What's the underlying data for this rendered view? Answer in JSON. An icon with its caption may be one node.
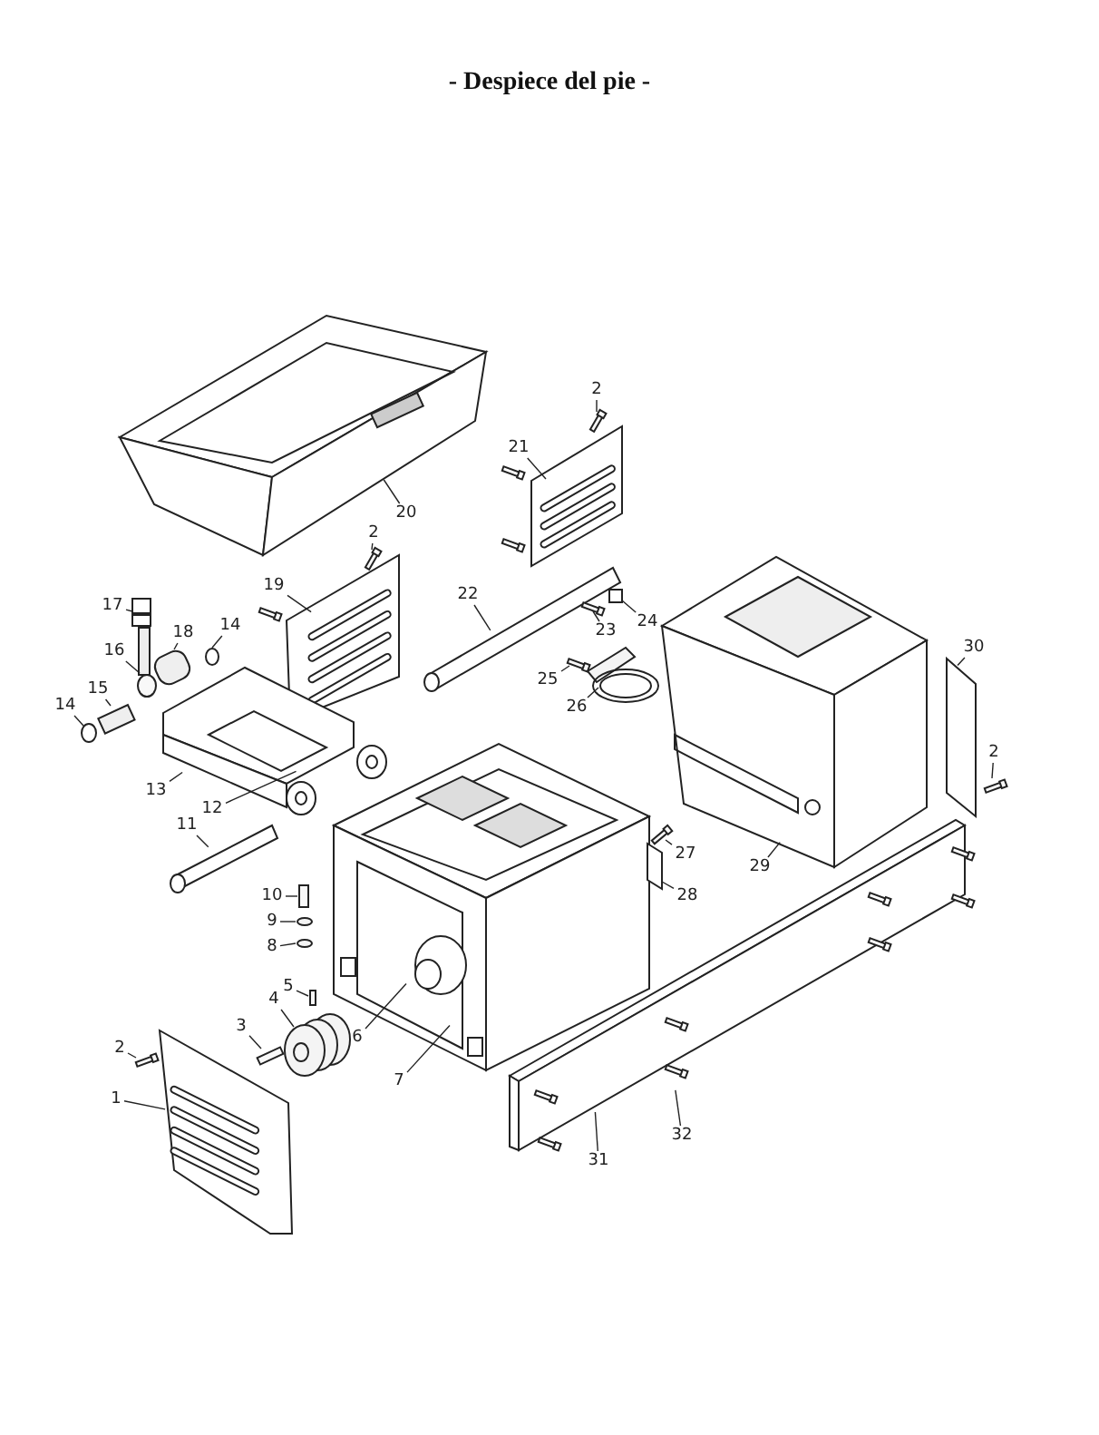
{
  "diagram": {
    "title": "- Despiece del pie -",
    "nodes": [
      {
        "text": [
          "2"
        ]
      },
      {
        "text": [
          "21"
        ]
      },
      {
        "text": [
          "20"
        ]
      },
      {
        "text": [
          "2"
        ]
      },
      {
        "text": [
          "19"
        ]
      },
      {
        "text": [
          "22"
        ]
      },
      {
        "text": [
          "17"
        ]
      },
      {
        "text": [
          "18"
        ]
      },
      {
        "text": [
          "14"
        ]
      },
      {
        "text": [
          "16"
        ]
      },
      {
        "text": [
          "24"
        ]
      },
      {
        "text": [
          "23"
        ]
      },
      {
        "text": [
          "25"
        ]
      },
      {
        "text": [
          "26"
        ]
      },
      {
        "text": [
          "15"
        ]
      },
      {
        "text": [
          "14"
        ]
      },
      {
        "text": [
          "30"
        ]
      },
      {
        "text": [
          "13"
        ]
      },
      {
        "text": [
          "12"
        ]
      },
      {
        "text": [
          "2"
        ]
      },
      {
        "text": [
          "11"
        ]
      },
      {
        "text": [
          "27"
        ]
      },
      {
        "text": [
          "29"
        ]
      },
      {
        "text": [
          "28"
        ]
      },
      {
        "text": [
          "10"
        ]
      },
      {
        "text": [
          "9"
        ]
      },
      {
        "text": [
          "8"
        ]
      },
      {
        "text": [
          "5"
        ]
      },
      {
        "text": [
          "4"
        ]
      },
      {
        "text": [
          "3"
        ]
      },
      {
        "text": [
          "6"
        ]
      },
      {
        "text": [
          "2"
        ]
      },
      {
        "text": [
          "7"
        ]
      },
      {
        "text": [
          "1"
        ]
      },
      {
        "text": [
          "32"
        ]
      },
      {
        "text": [
          "31"
        ]
      },
      {
        "text": [],
        "shape": "bar"
      },
      {
        "text": [],
        "shape": "box"
      },
      {
        "text": [],
        "shape": "bar"
      },
      {
        "text": [],
        "shape": "box"
      },
      {
        "text": [],
        "shape": "cylinder"
      },
      {
        "text": [],
        "shape": "circle"
      },
      {
        "text": [],
        "shape": "bar"
      },
      {
        "text": [],
        "shape": "box"
      },
      {
        "text": [],
        "shape": "bar"
      },
      {
        "text": [],
        "shape": "bar"
      },
      {
        "text": [],
        "shape": "cylinder"
      },
      {
        "text": [],
        "shape": "circle"
      },
      {
        "text": [],
        "shape": "bar"
      },
      {
        "text": [],
        "shape": "bar"
      },
      {
        "text": [],
        "shape": "box"
      },
      {
        "text": [],
        "shape": "bar"
      },
      {
        "text": [],
        "shape": "circle"
      },
      {
        "text": [],
        "shape": "circle"
      },
      {
        "text": [],
        "shape": "bar"
      },
      {
        "text": [],
        "shape": "circle"
      },
      {
        "text": [],
        "shape": "bar"
      },
      {
        "text": [],
        "shape": "bar"
      },
      {
        "text": [],
        "shape": "circle"
      }
    ],
    "edges": [
      {
        "from": 0,
        "to": 36,
        "arrow": "none"
      },
      {
        "from": 1,
        "to": 37,
        "arrow": "none"
      },
      {
        "from": 2,
        "to": null,
        "arrow": "none"
      },
      {
        "from": 3,
        "to": 38,
        "arrow": "none"
      },
      {
        "from": 4,
        "to": null,
        "arrow": "none"
      },
      {
        "from": 5,
        "to": null,
        "arrow": "none"
      },
      {
        "from": 6,
        "to": 39,
        "arrow": "none"
      },
      {
        "from": 7,
        "to": 40,
        "arrow": "none"
      },
      {
        "from": 8,
        "to": 41,
        "arrow": "none"
      },
      {
        "from": 9,
        "to": 42,
        "arrow": "none"
      },
      {
        "from": 10,
        "to": 43,
        "arrow": "none"
      },
      {
        "from": 11,
        "to": 44,
        "arrow": "none"
      },
      {
        "from": 12,
        "to": 45,
        "arrow": "none"
      },
      {
        "from": 13,
        "to": 58,
        "arrow": "none"
      },
      {
        "from": 14,
        "to": 46,
        "arrow": "none"
      },
      {
        "from": 15,
        "to": 47,
        "arrow": "none"
      },
      {
        "from": 16,
        "to": null,
        "arrow": "none"
      },
      {
        "from": 17,
        "to": null,
        "arrow": "none"
      },
      {
        "from": 18,
        "to": null,
        "arrow": "none"
      },
      {
        "from": 19,
        "to": 48,
        "arrow": "none"
      },
      {
        "from": 20,
        "to": null,
        "arrow": "none"
      },
      {
        "from": 21,
        "to": 49,
        "arrow": "none"
      },
      {
        "from": 22,
        "to": null,
        "arrow": "none"
      },
      {
        "from": 23,
        "to": 50,
        "arrow": "none"
      },
      {
        "from": 24,
        "to": 51,
        "arrow": "none"
      },
      {
        "from": 25,
        "to": 52,
        "arrow": "none"
      },
      {
        "from": 26,
        "to": 53,
        "arrow": "none"
      },
      {
        "from": 27,
        "to": 54,
        "arrow": "none"
      },
      {
        "from": 28,
        "to": 55,
        "arrow": "none"
      },
      {
        "from": 29,
        "to": 56,
        "arrow": "none"
      },
      {
        "from": 30,
        "to": null,
        "arrow": "none"
      },
      {
        "from": 31,
        "to": 57,
        "arrow": "none"
      },
      {
        "from": 32,
        "to": null,
        "arrow": "none"
      },
      {
        "from": 33,
        "to": null,
        "arrow": "none"
      },
      {
        "from": 34,
        "to": null,
        "arrow": "none"
      },
      {
        "from": 35,
        "to": null,
        "arrow": "none"
      }
    ]
  }
}
